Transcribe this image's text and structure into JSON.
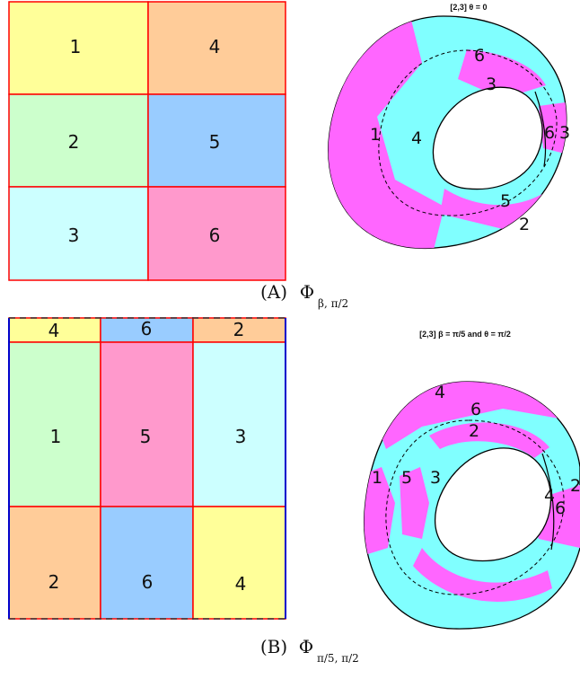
{
  "colors": {
    "yellow": "#ffff99",
    "orange": "#ffcc99",
    "green": "#ccffcc",
    "blue": "#99ccff",
    "cyan": "#ccffff",
    "pink": "#ff99cc",
    "magenta": "#ff66ff",
    "aqua": "#80ffff",
    "grid_line": "#ff0000",
    "side_line": "#0000cc"
  },
  "panel_a": {
    "grid": [
      [
        "1",
        "4"
      ],
      [
        "2",
        "5"
      ],
      [
        "3",
        "6"
      ]
    ],
    "ring_title": "[2,3]  θ = 0",
    "ring_labels": {
      "outer_left": "1",
      "inner_left": "4",
      "top_outer": "6",
      "top_inner": "3",
      "overlap_inner": "6",
      "overlap_outer": "3",
      "bottom_inner": "5",
      "bottom_outer": "2"
    },
    "caption_prefix": "(A)",
    "caption_symbol": "Φ",
    "caption_sub": "β, π/2"
  },
  "panel_b": {
    "top_strip": [
      "4",
      "6",
      "2"
    ],
    "grid": [
      [
        "1",
        "5",
        "3"
      ],
      [
        "2",
        "6",
        "4"
      ]
    ],
    "ring_title": "[2,3]  β = π/5 and θ = π/2",
    "ring_labels": {
      "top": "4",
      "top_inner_a": "6",
      "top_inner_b": "2",
      "left_a": "1",
      "left_b": "5",
      "left_c": "3",
      "right_a": "4",
      "right_b": "6",
      "right_c": "2"
    },
    "caption_prefix": "(B)",
    "caption_symbol": "Φ",
    "caption_sub": "π/5, π/2"
  }
}
